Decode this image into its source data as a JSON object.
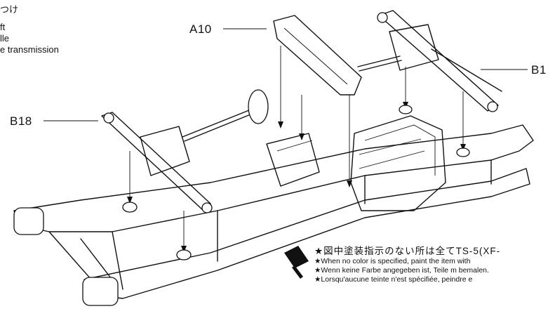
{
  "header": {
    "line1": "つけ",
    "line2": "ft",
    "line3": "lle",
    "line4": "e transmission"
  },
  "labels": {
    "a10": "A10",
    "b18": "B18",
    "b1": "B1"
  },
  "notes": {
    "japanese": "★図中塗装指示のない所は全てTS-5(XF-",
    "english": "★When no color is specified, paint the item with",
    "german": "★Wenn keine Farbe angegeben ist, Teile m bemalen.",
    "french": "★Lorsqu'aucune teinte n'est spécifiée, peindre e"
  },
  "icons": {
    "paint_icon": "paint-spray-can-icon"
  }
}
